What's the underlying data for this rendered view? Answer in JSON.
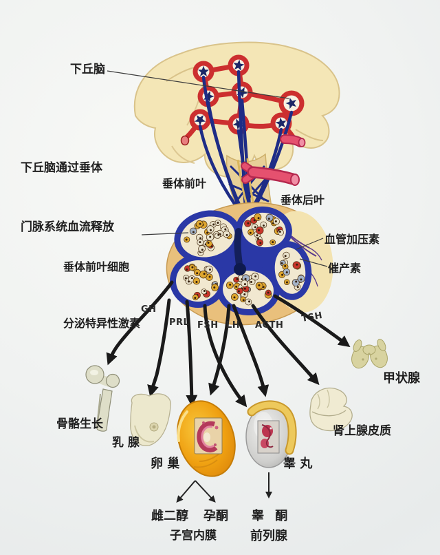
{
  "figure": {
    "annotations": {
      "hypothalamus": "下丘脑",
      "portal_note": [
        "下丘脑通过垂体",
        "门脉系统血流释放"
      ],
      "anterior_pituitary": "垂体前叶",
      "posterior_pituitary": "垂体后叶",
      "anterior_cells_note": [
        "垂体前叶细胞",
        "分泌特异性激素"
      ],
      "vasopressin": "血管加压素",
      "oxytocin": "催产素"
    },
    "hormones": [
      {
        "id": "gh",
        "label": "GH"
      },
      {
        "id": "prl",
        "label": "PRL"
      },
      {
        "id": "fsh",
        "label": "FSH"
      },
      {
        "id": "lh",
        "label": "LH"
      },
      {
        "id": "acth",
        "label": "ACTH"
      },
      {
        "id": "tsh",
        "label": "TSH"
      }
    ],
    "targets": {
      "bone_growth": "骨骼生长",
      "mammary_gland": "乳 腺",
      "ovary": "卵 巢",
      "testis": "睾 丸",
      "adrenal_cortex": "肾上腺皮质",
      "thyroid": "甲状腺"
    },
    "downstream": {
      "estradiol": "雌二醇",
      "progesterone": "孕酮",
      "testosterone": "睾 酮",
      "endometrium": "子宫内膜",
      "prostate": "前列腺"
    },
    "colors": {
      "artery_red": "#cc2f2f",
      "portal_ring_fill": "#f6f1e2",
      "vein_blue": "#1e2c86",
      "neuron_star_navy": "#1b2767",
      "brain_cream": "#f4e6b6",
      "gland_tan": "#e9c07c",
      "posterior_cream": "#f3e3b0",
      "posterior_fiber_purple": "#5a3a8e",
      "anterior_blue": "#2a38a6",
      "lobule_cream": "#f1e8d0",
      "pituitary_cell_red": "#c8352a",
      "pituitary_cell_yellow": "#dea62e",
      "pituitary_cell_cream": "#e9e2cc",
      "pituitary_cell_blue": "#a3b2c6",
      "pituitary_artery_pink": "#e5516f",
      "arrow_black": "#1a1a1a",
      "ovary_orange": "#efa011"
    }
  }
}
